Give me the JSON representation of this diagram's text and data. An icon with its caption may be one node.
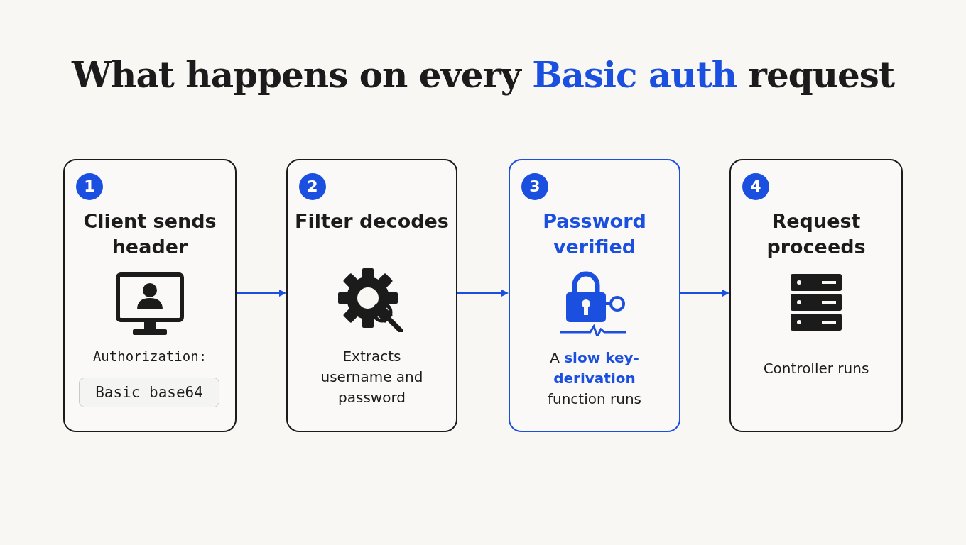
{
  "diagram": {
    "title": "What happens on every **Basic auth** request",
    "nodes": [
      {
        "text": [
          "Client sends header",
          "Authorization:"
        ]
      },
      {
        "text": [
          "1"
        ],
        "in": 0
      },
      {
        "text": [
          "Basic base64"
        ],
        "in": 0
      },
      {
        "text": [
          "Filter decodes",
          "Extracts username and password"
        ]
      },
      {
        "text": [
          "2"
        ],
        "in": 3
      },
      {
        "text": [
          "Password verified",
          "A **slow key-derivation** function runs"
        ]
      },
      {
        "text": [
          "3"
        ],
        "in": 5
      },
      {
        "text": [
          "Request proceeds",
          "Controller runs"
        ]
      },
      {
        "text": [
          "4"
        ],
        "in": 7
      }
    ],
    "edges": [
      {
        "from": 0,
        "to": 3,
        "arrow": "to"
      },
      {
        "from": 3,
        "to": 5,
        "arrow": "to"
      },
      {
        "from": 5,
        "to": 7,
        "arrow": "to"
      }
    ]
  }
}
